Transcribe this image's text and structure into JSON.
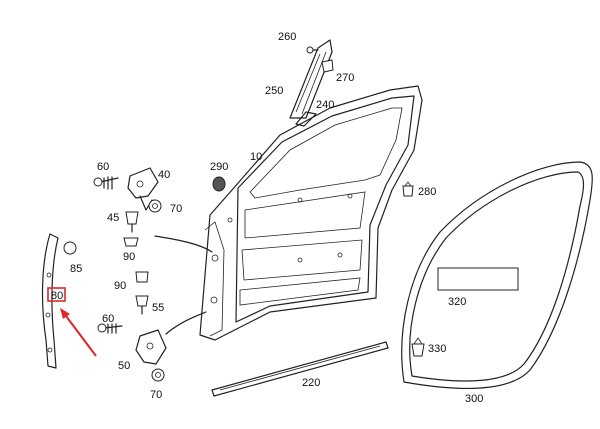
{
  "labels": {
    "p10": "10",
    "p40": "40",
    "p45": "45",
    "p50": "50",
    "p55": "55",
    "p60a": "60",
    "p60b": "60",
    "p70a": "70",
    "p70b": "70",
    "p80": "80",
    "p85": "85",
    "p90a": "90",
    "p90b": "90",
    "p220": "220",
    "p240": "240",
    "p250": "250",
    "p260": "260",
    "p270": "270",
    "p280": "280",
    "p290": "290",
    "p300": "300",
    "p320": "320",
    "p330": "330"
  },
  "highlight": {
    "label": "80",
    "color": "#e0262b"
  },
  "colors": {
    "line": "#222222",
    "highlight": "#e0262b",
    "background": "#ffffff"
  }
}
